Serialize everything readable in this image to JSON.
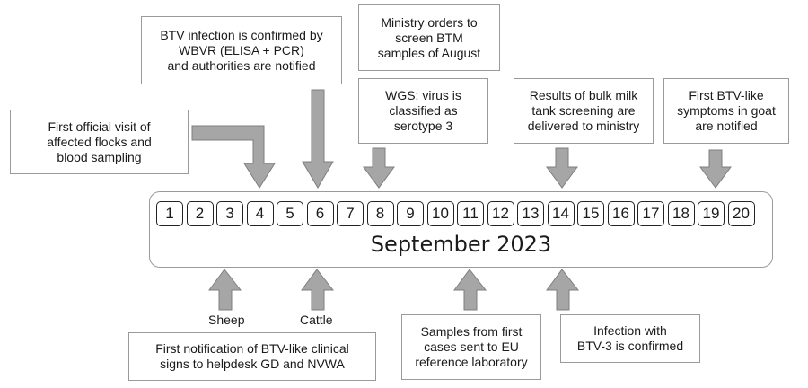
{
  "timeline": {
    "days": [
      "1",
      "2",
      "3",
      "4",
      "5",
      "6",
      "7",
      "8",
      "9",
      "10",
      "11",
      "12",
      "13",
      "14",
      "15",
      "16",
      "17",
      "18",
      "19",
      "20"
    ],
    "month": "September 2023"
  },
  "colors": {
    "arrow_fill": "#a6a6a6",
    "arrow_stroke": "#7f7f7f",
    "box_border": "#9a9a9a"
  },
  "events_above": {
    "official_visit": "First official visit of\naffected flocks and\nblood sampling",
    "btv_confirmed": "BTV infection is confirmed by\nWBVR (ELISA + PCR)\nand authorities are notified",
    "ministry_orders": "Ministry orders to\nscreen BTM\nsamples of August",
    "wgs": "WGS: virus is\nclassified as\nserotype 3",
    "bulk_milk": "Results of bulk milk\ntank screening are\ndelivered to ministry",
    "goat_symptoms": "First BTV-like\nsymptoms in goat\nare notified"
  },
  "events_below": {
    "sheep_label": "Sheep",
    "cattle_label": "Cattle",
    "first_notification": "First notification of BTV-like clinical\nsigns to helpdesk GD and NVWA",
    "samples_sent": "Samples from first\ncases sent to EU\nreference laboratory",
    "btv3_confirmed": "Infection with\nBTV-3 is confirmed"
  }
}
